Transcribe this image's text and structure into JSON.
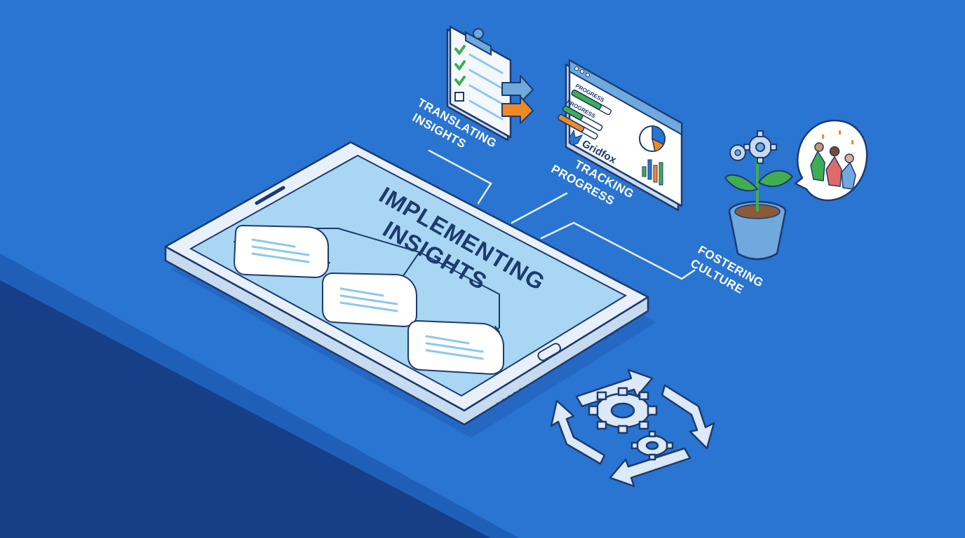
{
  "colors": {
    "background": "#2a74d2",
    "desk_top": "#2467c6",
    "desk_front": "#163e86",
    "tablet_frame": "#e8f1fb",
    "tablet_screen": "#a9d7f3",
    "outline": "#1d3a6e",
    "connector": "#e9f2ff",
    "green": "#3fae52",
    "orange": "#f08a24",
    "pot": "#6fa9de"
  },
  "tablet": {
    "title_line1": "IMPLEMENTING",
    "title_line2": "INSIGHTS"
  },
  "callouts": {
    "translating": {
      "line1": "TRANSLATING",
      "line2": "INSIGHTS"
    },
    "tracking": {
      "line1": "TRACKING",
      "line2": "PROGRESS"
    },
    "fostering": {
      "line1": "FOSTERING",
      "line2": "CULTURE"
    }
  },
  "dashboard": {
    "bar1_label": "PROGRESS",
    "bar2_label": "PROGRESS",
    "brand": "Gridfox"
  },
  "icons": {
    "clipboard": "clipboard-checklist-icon",
    "arrows": "forward-arrows-icon",
    "dashboard": "dashboard-window-icon",
    "plant": "plant-gears-icon",
    "team": "celebrating-team-icon",
    "cycle": "gear-cycle-icon"
  }
}
